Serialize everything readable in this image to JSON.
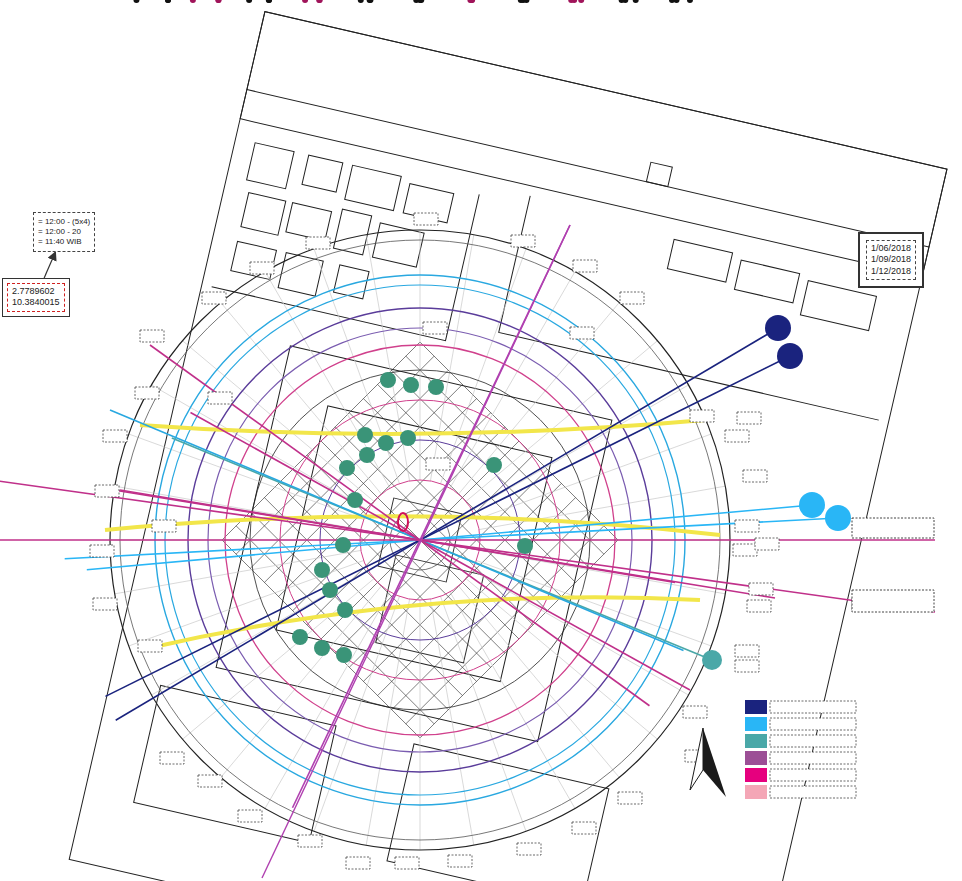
{
  "diagram": {
    "nodes": [
      {
        "text": [
          "2.7789602",
          "10.3840015"
        ]
      },
      {
        "text": [
          "1/06/2018",
          "1/09/2018",
          "1/12/2018"
        ]
      },
      {
        "text": [
          "= 12:00 - (5x4)",
          "= 12:00 - 20",
          "= 11:40 WIB"
        ]
      }
    ],
    "edges": [
      {
        "from": 0,
        "to": 2,
        "arrow": "to"
      }
    ]
  }
}
